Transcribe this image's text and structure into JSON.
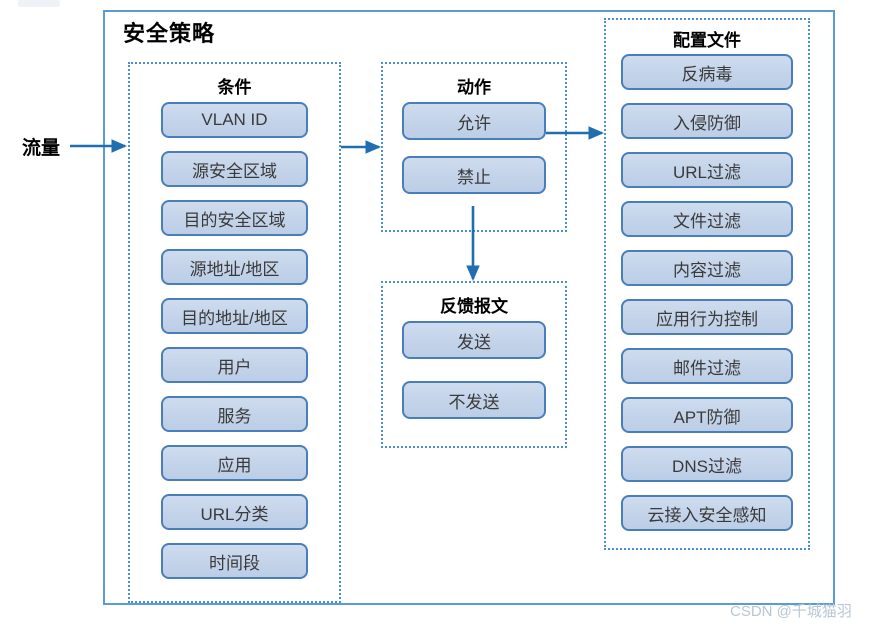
{
  "diagram": {
    "title": "安全策略",
    "traffic_label": "流量",
    "watermark": "CSDN @千城猫羽",
    "accent_color": "#5b9bd5",
    "chip_fill": "#c3d3e9",
    "chip_border": "#4a7ebb",
    "dotted_border_color": "#4a8fd4"
  },
  "groups": {
    "conditions": {
      "title": "条件",
      "items": [
        "VLAN ID",
        "源安全区域",
        "目的安全区域",
        "源地址/地区",
        "目的地址/地区",
        "用户",
        "服务",
        "应用",
        "URL分类",
        "时间段"
      ]
    },
    "actions": {
      "title": "动作",
      "items": [
        "允许",
        "禁止"
      ]
    },
    "feedback": {
      "title": "反馈报文",
      "items": [
        "发送",
        "不发送"
      ]
    },
    "profiles": {
      "title": "配置文件",
      "items": [
        "反病毒",
        "入侵防御",
        "URL过滤",
        "文件过滤",
        "内容过滤",
        "应用行为控制",
        "邮件过滤",
        "APT防御",
        "DNS过滤",
        "云接入安全感知"
      ]
    }
  }
}
